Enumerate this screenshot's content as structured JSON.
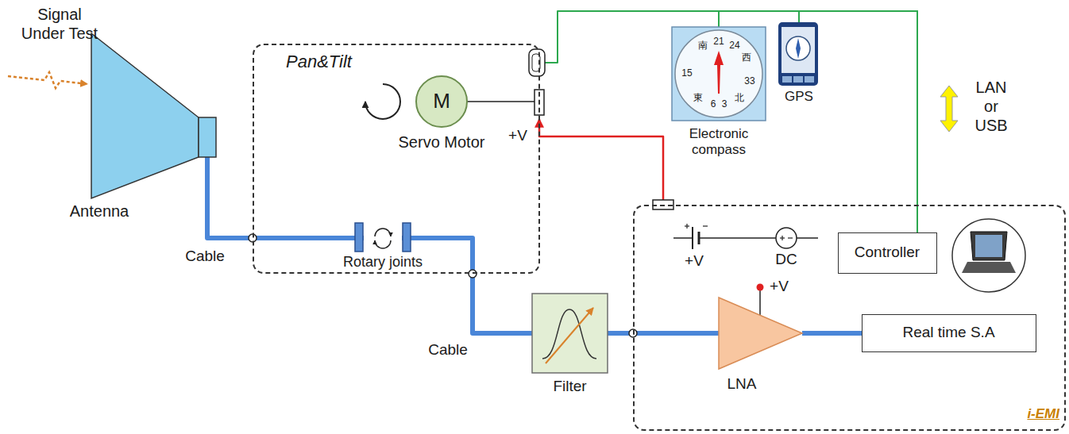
{
  "diagram": {
    "nodes": [
      {
        "text": [
          "Antenna"
        ]
      },
      {
        "text": [
          "Pan&Tilt"
        ]
      },
      {
        "text": [
          "M",
          "Servo Motor"
        ],
        "in": 1
      },
      {
        "text": [
          "Electronic compass"
        ]
      },
      {
        "text": [
          "GPS"
        ]
      },
      {
        "text": [
          "Filter"
        ]
      },
      {
        "text": [
          "i-EMI"
        ]
      },
      {
        "text": [
          "Controller"
        ],
        "in": 6
      },
      {
        "text": [
          "LNA"
        ],
        "in": 6
      },
      {
        "text": [
          "Real time S.A"
        ],
        "in": 6
      }
    ],
    "edges": [
      {
        "from": 0,
        "to": 5,
        "arrow": "none"
      },
      {
        "from": 5,
        "to": 8,
        "arrow": "none"
      },
      {
        "from": 8,
        "to": 9,
        "arrow": "none"
      },
      {
        "from": 7,
        "to": 3,
        "arrow": "none"
      },
      {
        "from": 7,
        "to": 4,
        "arrow": "none"
      },
      {
        "from": 7,
        "to": 1,
        "arrow": "none"
      },
      {
        "from": 6,
        "to": 1,
        "arrow": "to"
      }
    ],
    "labels": [
      "Signal Under Test",
      "Cable",
      "Rotary joints",
      "Cable",
      "+V",
      "南",
      "21",
      "24",
      "西",
      "15",
      "33",
      "東",
      "6",
      "3",
      "北",
      "LAN or USB",
      "+V",
      "DC",
      "+V"
    ]
  }
}
